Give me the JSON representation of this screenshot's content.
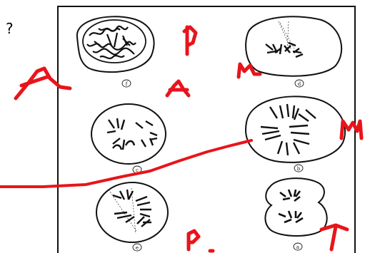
{
  "question_mark": "?",
  "panels": [
    {
      "id": "f",
      "label": "f"
    },
    {
      "id": "d",
      "label": "d"
    },
    {
      "id": "c",
      "label": "c"
    },
    {
      "id": "b",
      "label": "b"
    },
    {
      "id": "e",
      "label": "e"
    },
    {
      "id": "a",
      "label": "a"
    }
  ],
  "annotations": [
    {
      "id": "big-a",
      "text": "A"
    },
    {
      "id": "p-top",
      "text": "P"
    },
    {
      "id": "a-mid",
      "text": "A"
    },
    {
      "id": "m-top",
      "text": "M"
    },
    {
      "id": "m-right",
      "text": "M"
    },
    {
      "id": "p-bottom",
      "text": "P."
    },
    {
      "id": "t-bottom",
      "text": "T"
    }
  ],
  "ink_color": "#e8141b"
}
